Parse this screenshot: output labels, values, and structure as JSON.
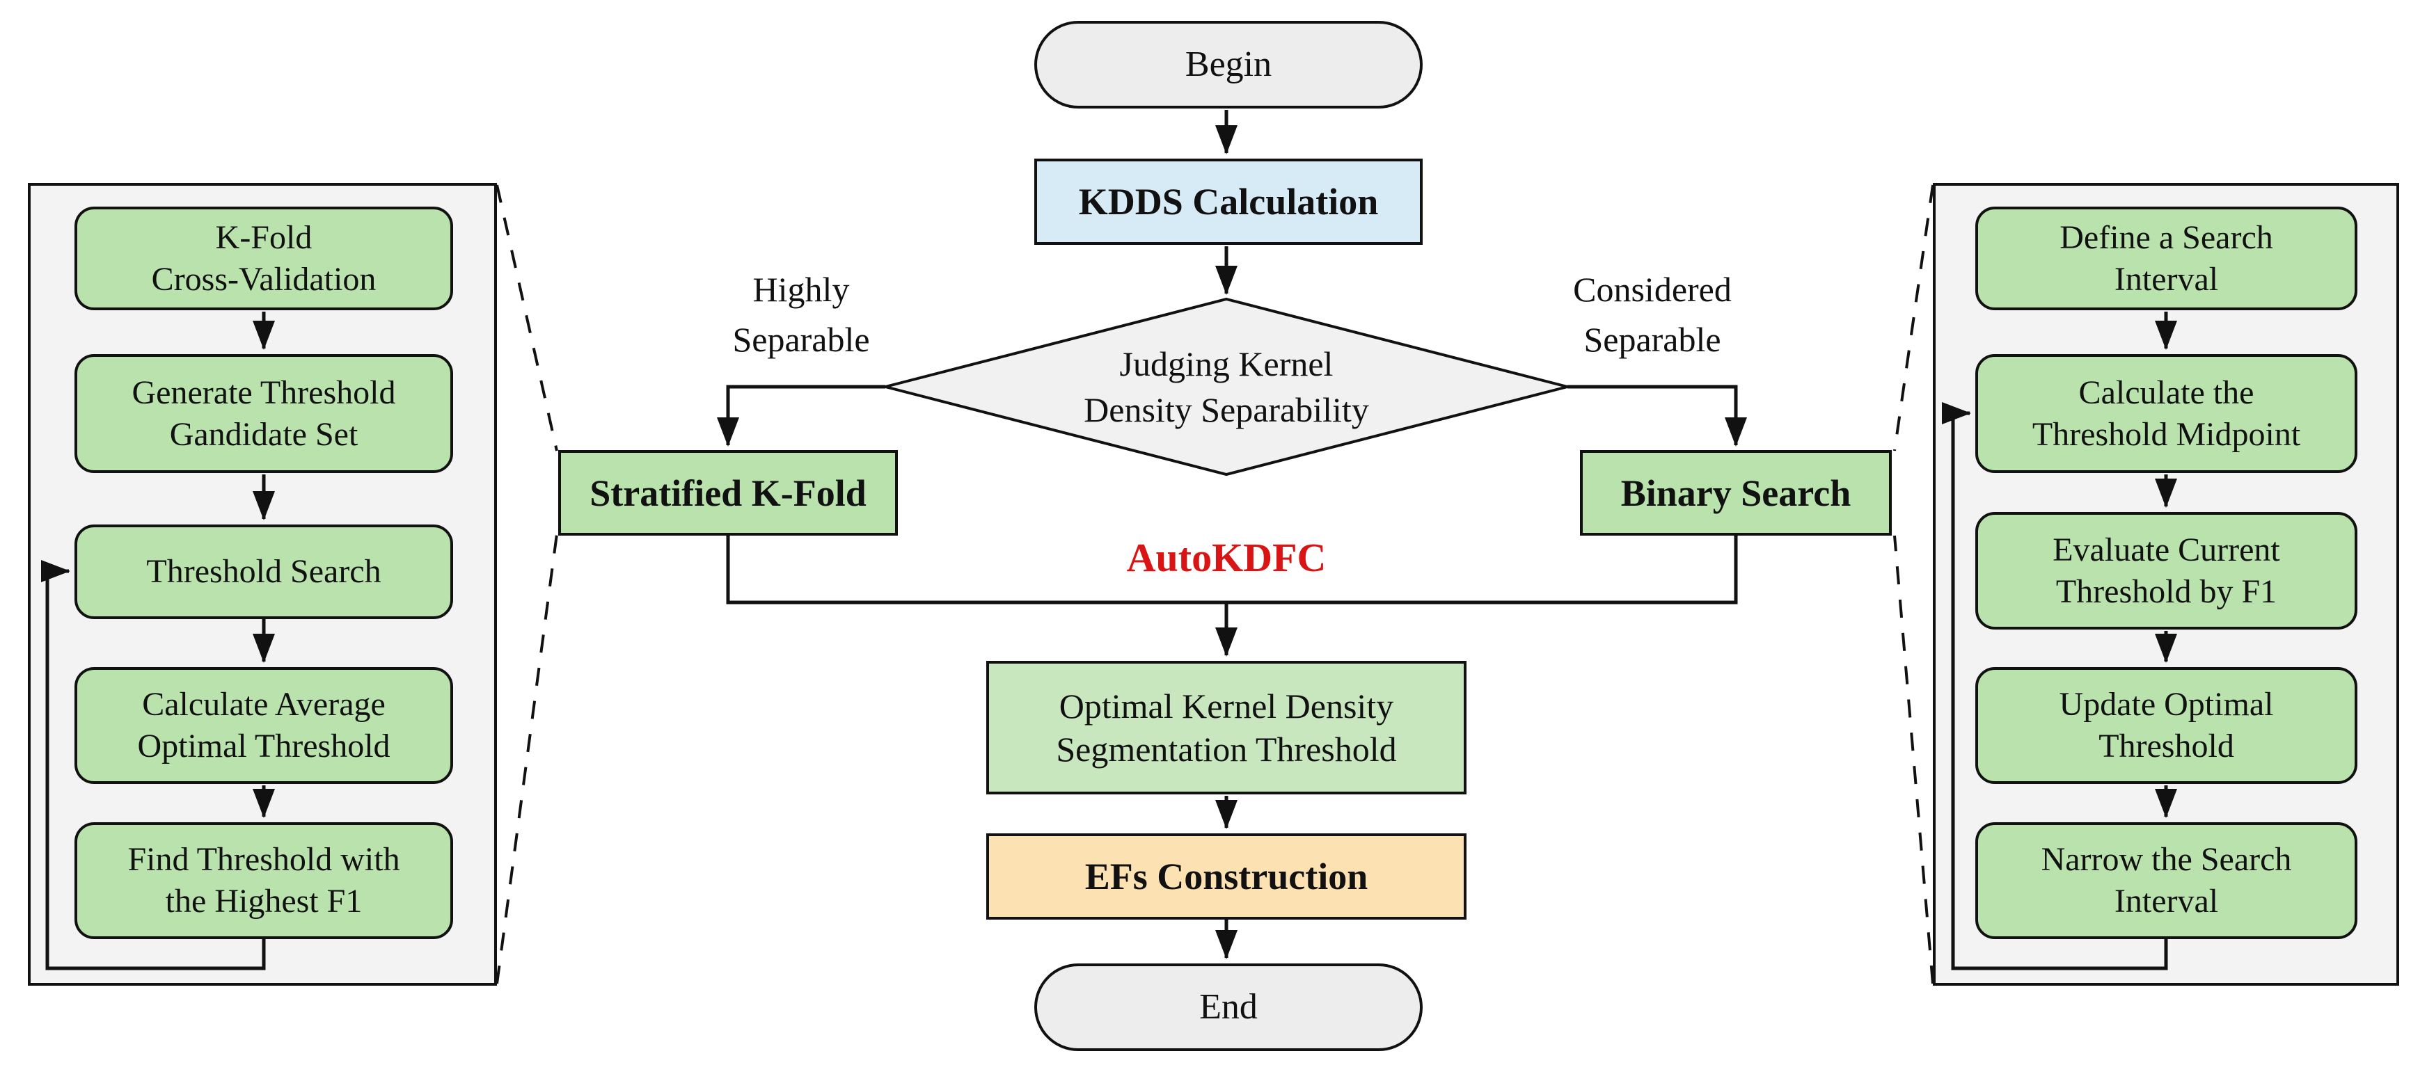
{
  "diagram": {
    "type": "flowchart",
    "algorithm_label": "AutoKDFC",
    "colors": {
      "terminal_fill": "#ededed",
      "decision_fill": "#f1f1f1",
      "panel_fill": "#f3f3f3",
      "process_blue": "#d7ebf7",
      "process_green": "#b9e2ad",
      "process_green_light": "#c8e7be",
      "process_orange": "#fce2b3",
      "border": "#111111",
      "algorithm_label_red": "#d91414"
    }
  },
  "main": {
    "begin": "Begin",
    "kdds": "KDDS Calculation",
    "decision": {
      "lines": [
        "Judging Kernel",
        "Density Separability"
      ]
    },
    "left_branch_label": {
      "lines": [
        "Highly",
        "Separable"
      ]
    },
    "right_branch_label": {
      "lines": [
        "Considered",
        "Separable"
      ]
    },
    "stratified": "Stratified K-Fold",
    "binary": "Binary Search",
    "algorithm": "AutoKDFC",
    "optimal": {
      "lines": [
        "Optimal Kernel Density",
        "Segmentation Threshold"
      ]
    },
    "efs": "EFs Construction",
    "end": "End"
  },
  "left_panel": {
    "steps": [
      {
        "lines": [
          "K-Fold",
          "Cross-Validation"
        ]
      },
      {
        "lines": [
          "Generate Threshold",
          "Gandidate Set"
        ]
      },
      {
        "lines": [
          "Threshold Search"
        ]
      },
      {
        "lines": [
          "Calculate Average",
          "Optimal Threshold"
        ]
      },
      {
        "lines": [
          "Find Threshold with",
          "the Highest F1"
        ]
      }
    ]
  },
  "right_panel": {
    "steps": [
      {
        "lines": [
          "Define a Search",
          "Interval"
        ]
      },
      {
        "lines": [
          "Calculate the",
          "Threshold Midpoint"
        ]
      },
      {
        "lines": [
          "Evaluate Current",
          "Threshold by F1"
        ]
      },
      {
        "lines": [
          "Update Optimal",
          "Threshold"
        ]
      },
      {
        "lines": [
          "Narrow the Search",
          "Interval"
        ]
      }
    ]
  }
}
